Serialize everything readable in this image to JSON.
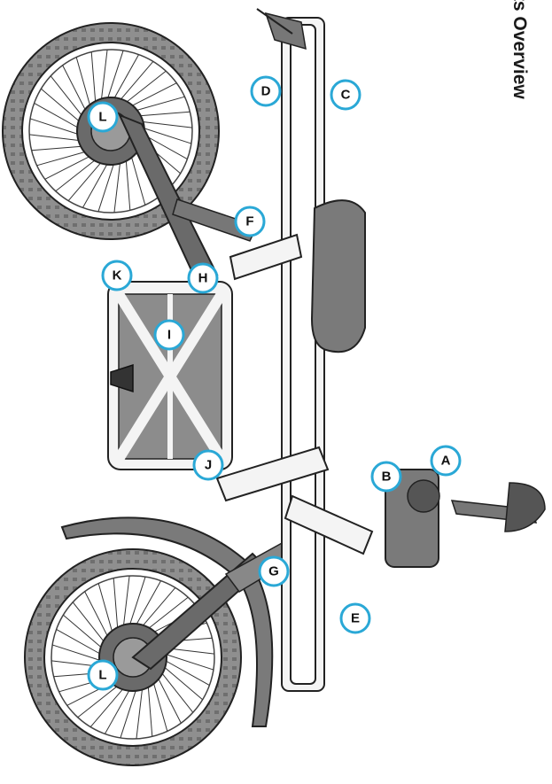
{
  "title": "Parts Overview",
  "colors": {
    "accent": "#2aa8d6",
    "tire": "#8f8f8f",
    "tire_dark": "#555555",
    "frame": "#f4f4f4",
    "outline": "#222222",
    "battery": "#8c8c8c",
    "seat": "#7a7a7a",
    "arm": "#6a6a6a"
  },
  "callouts": [
    {
      "id": "A",
      "label": "A"
    },
    {
      "id": "B",
      "label": "B"
    },
    {
      "id": "C",
      "label": "C"
    },
    {
      "id": "D",
      "label": "D"
    },
    {
      "id": "E",
      "label": "E"
    },
    {
      "id": "F",
      "label": "F"
    },
    {
      "id": "G",
      "label": "G"
    },
    {
      "id": "H",
      "label": "H"
    },
    {
      "id": "I",
      "label": "I"
    },
    {
      "id": "J",
      "label": "J"
    },
    {
      "id": "K",
      "label": "K"
    },
    {
      "id": "L1",
      "label": "L"
    },
    {
      "id": "L2",
      "label": "L"
    }
  ]
}
